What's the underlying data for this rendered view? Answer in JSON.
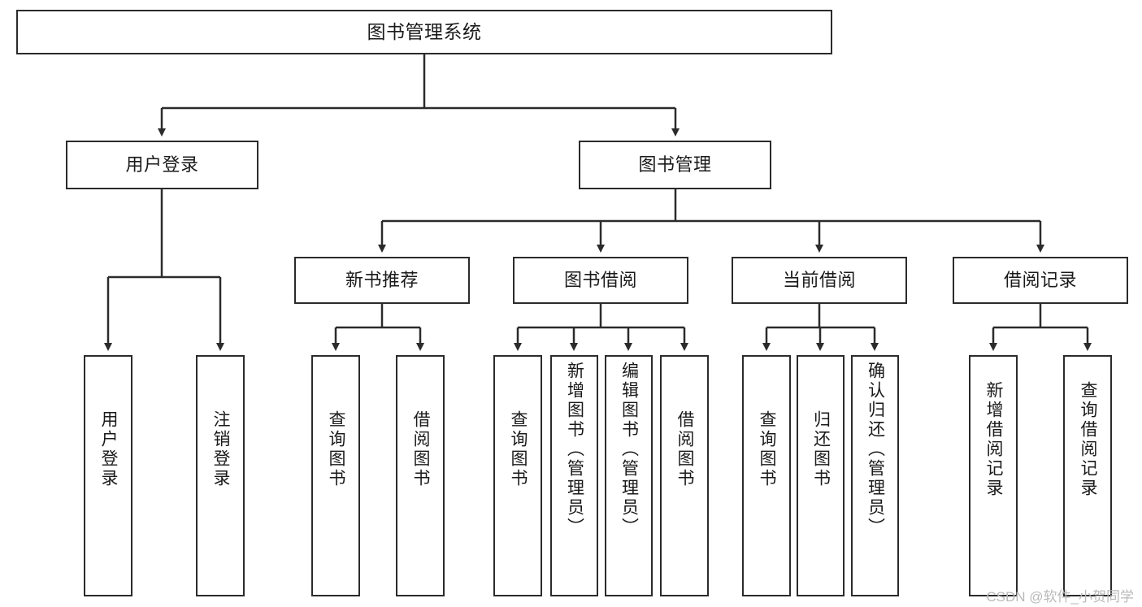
{
  "diagram": {
    "title": "图书管理系统",
    "type": "tree",
    "orientation": "top-down",
    "colors": {
      "box_stroke": "#2b2b2b",
      "box_fill": "#ffffff",
      "edge": "#2b2b2b",
      "text": "#1a1a1a",
      "watermark": "#b9b9b9",
      "background": "#ffffff"
    },
    "nodes": {
      "root": {
        "label": "图书管理系统"
      },
      "level2": [
        {
          "label": "用户登录"
        },
        {
          "label": "图书管理"
        }
      ],
      "level3": [
        {
          "label": "新书推荐"
        },
        {
          "label": "图书借阅"
        },
        {
          "label": "当前借阅"
        },
        {
          "label": "借阅记录"
        }
      ],
      "leaves": {
        "user_login": [
          {
            "label": "用户登录"
          },
          {
            "label": "注销登录"
          }
        ],
        "new_book_recommend": [
          {
            "label": "查询图书"
          },
          {
            "label": "借阅图书"
          }
        ],
        "book_borrow": [
          {
            "label": "查询图书"
          },
          {
            "label": "新增图书（管理员）"
          },
          {
            "label": "编辑图书（管理员）"
          },
          {
            "label": "借阅图书"
          }
        ],
        "current_borrow": [
          {
            "label": "查询图书"
          },
          {
            "label": "归还图书"
          },
          {
            "label": "确认归还（管理员）"
          }
        ],
        "borrow_record": [
          {
            "label": "新增借阅记录"
          },
          {
            "label": "查询借阅记录"
          }
        ]
      }
    },
    "watermark": "CSDN @软件_小贺同学"
  }
}
